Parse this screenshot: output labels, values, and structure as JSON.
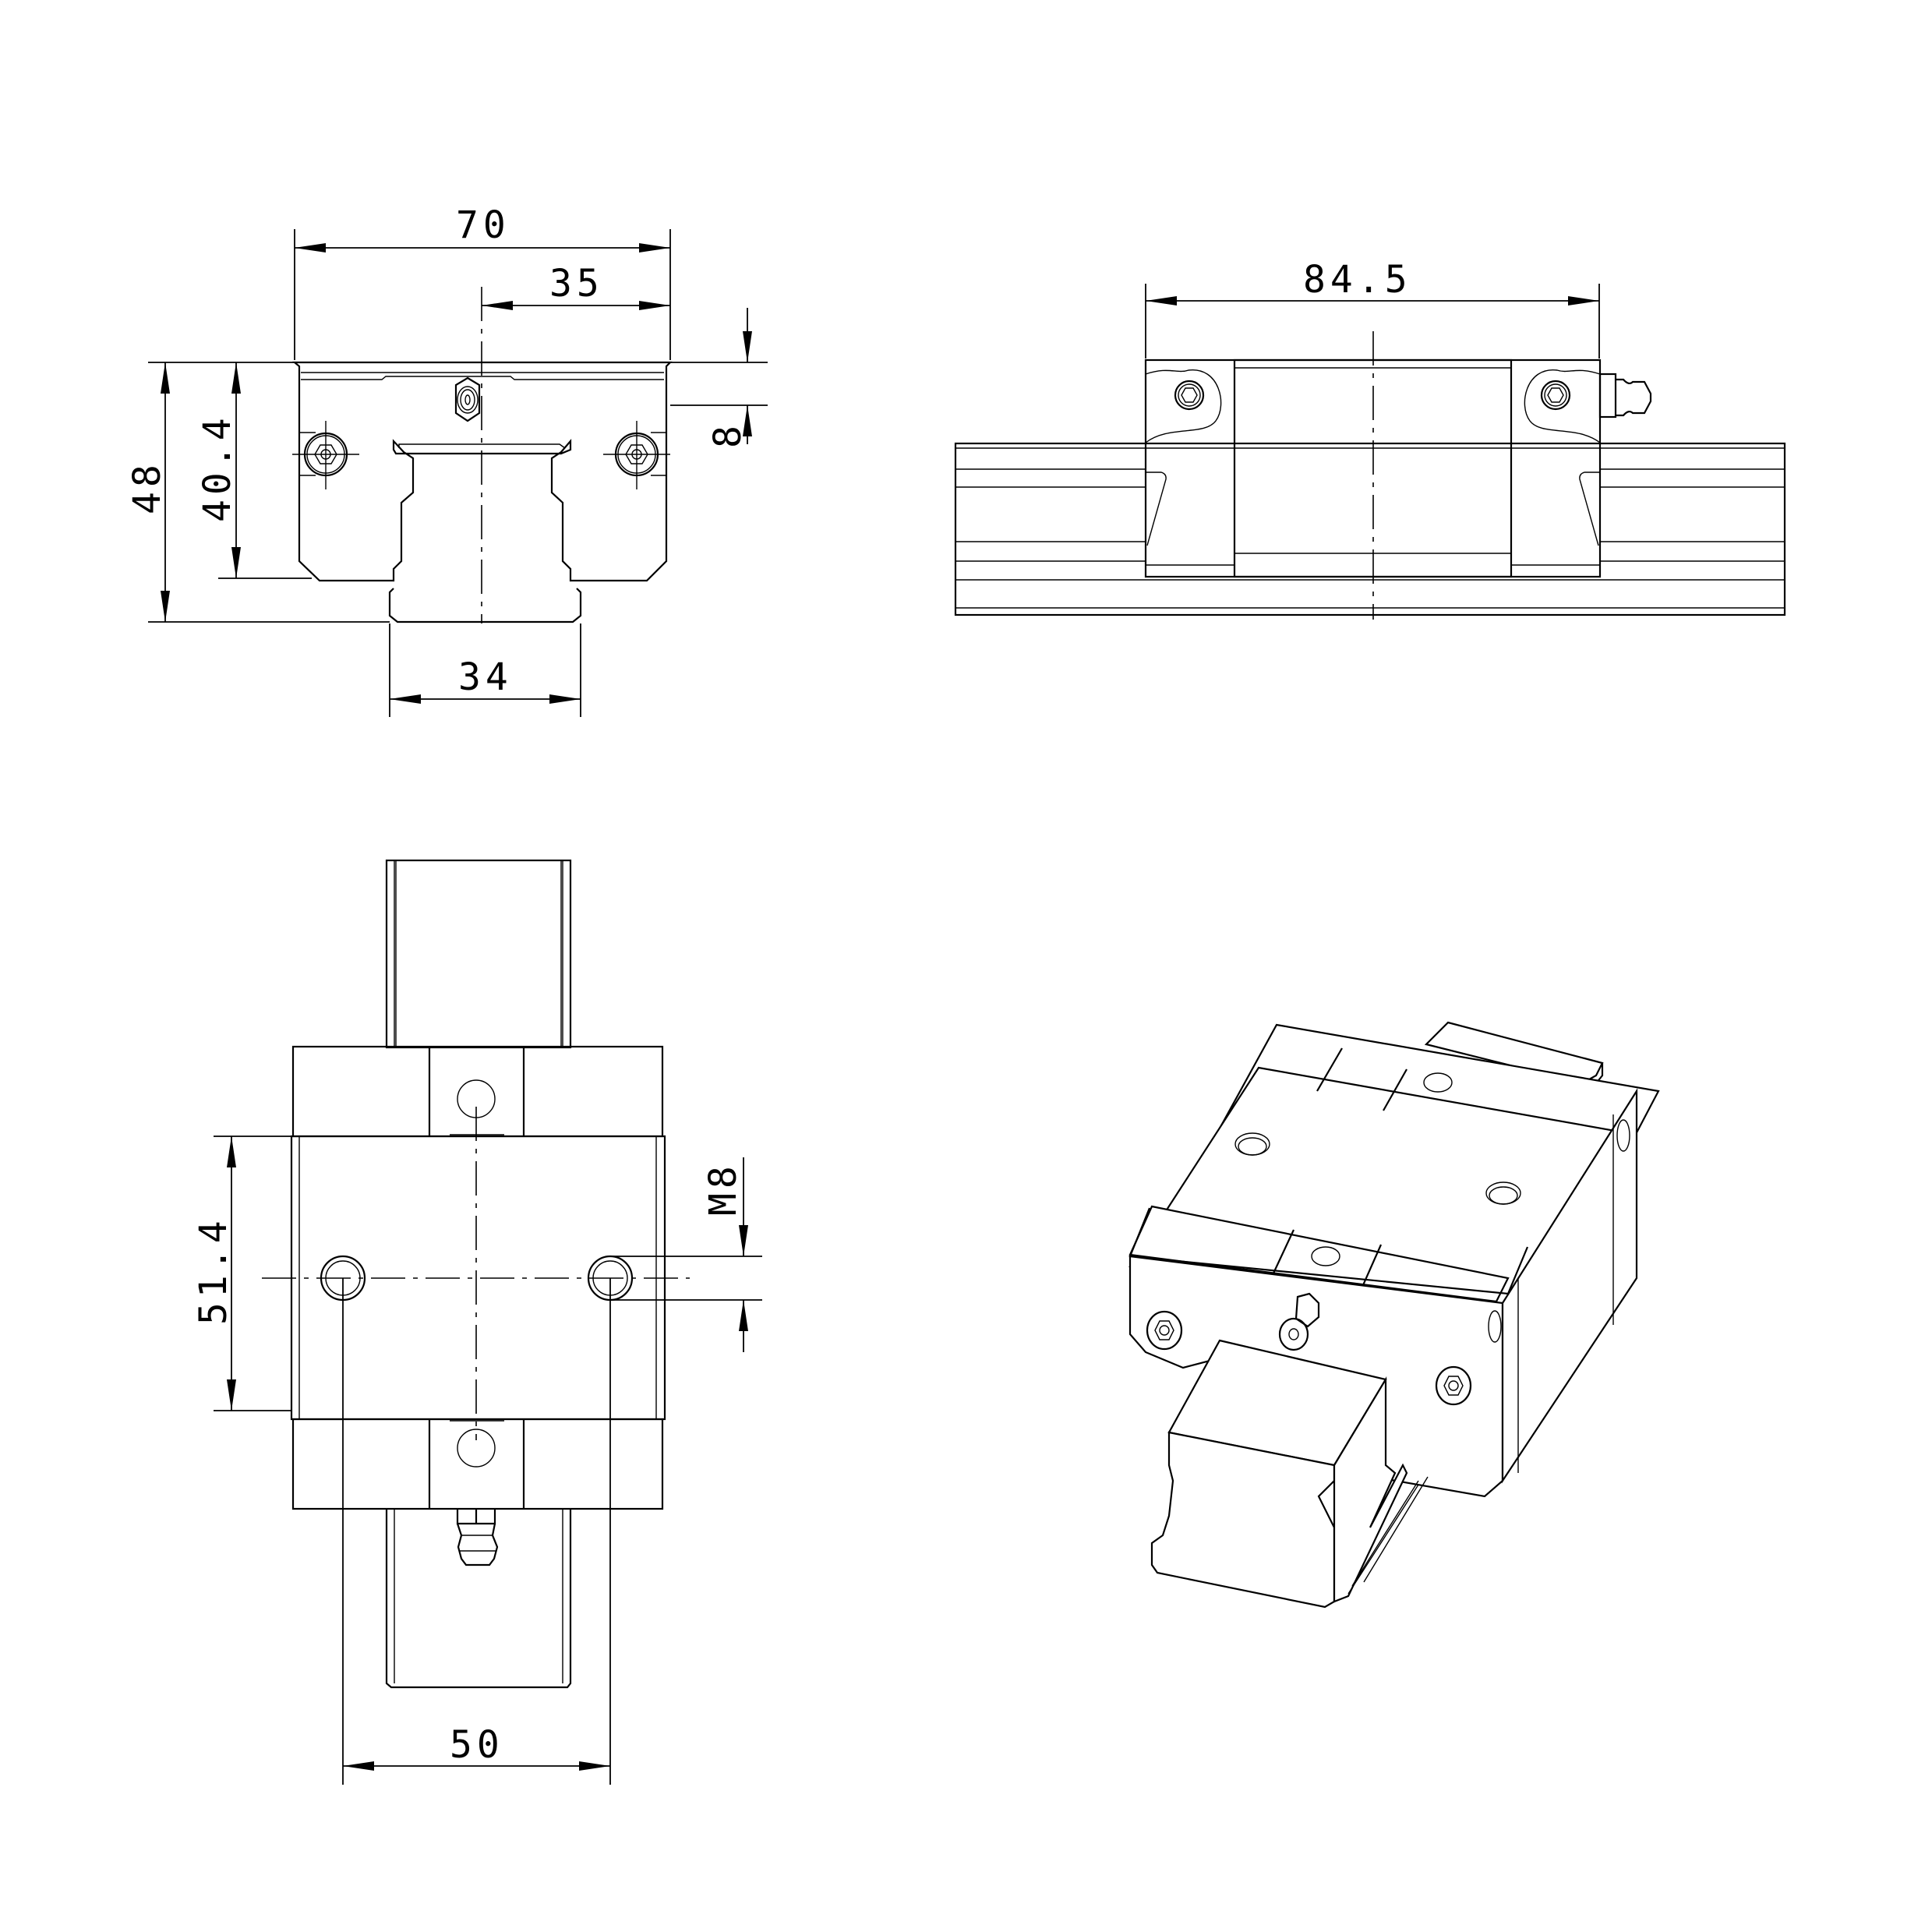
{
  "drawing": {
    "subject": "Linear guide carriage block on rail",
    "line_color": "#000000",
    "background_color": "#ffffff"
  },
  "views": {
    "front": {
      "dimensions": {
        "overall_width": "70",
        "half_width": "35",
        "total_height": "48",
        "block_height": "40.4",
        "top_offset": "8",
        "rail_width": "34"
      }
    },
    "side": {
      "dimensions": {
        "block_length": "84.5"
      }
    },
    "top": {
      "dimensions": {
        "hole_spacing_length": "51.4",
        "thread_size": "M8",
        "hole_spacing_width": "50"
      }
    },
    "isometric": {
      "label": ""
    }
  }
}
